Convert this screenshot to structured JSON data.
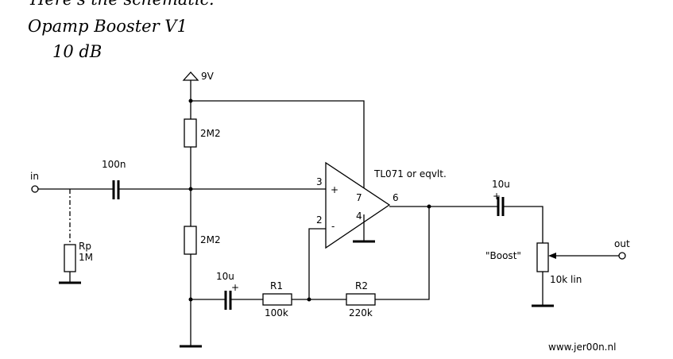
{
  "header": {
    "cropped_top_text": "Here's the schematic:",
    "title": "Opamp Booster V1",
    "gain": "10 dB"
  },
  "labels": {
    "supply": "9V",
    "input": "in",
    "output": "out",
    "input_cap": "100n",
    "bias_top": "2M2",
    "bias_bottom": "2M2",
    "rp_name": "Rp",
    "rp_value": "1M",
    "opamp": "TL071 or eqvlt.",
    "pin3": "3",
    "pin2": "2",
    "pin7": "7",
    "pin4": "4",
    "pin6": "6",
    "plus_sign": "+",
    "minus_sign": "-",
    "feedback_cap": "10u",
    "feedback_cap_plus": "+",
    "r1_name": "R1",
    "r1_value": "100k",
    "r2_name": "R2",
    "r2_value": "220k",
    "output_cap": "10u",
    "output_cap_plus": "+",
    "pot_name": "\"Boost\"",
    "pot_value": "10k lin",
    "website": "www.jer00n.nl"
  }
}
